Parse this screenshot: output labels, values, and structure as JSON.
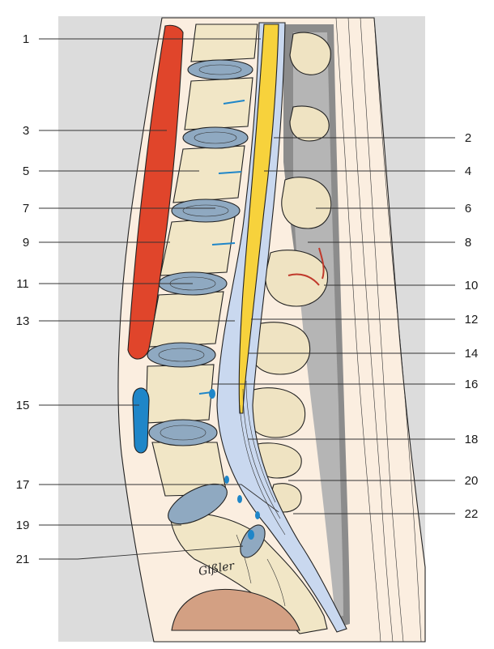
{
  "labels": {
    "left": [
      "1",
      "3",
      "5",
      "7",
      "9",
      "11",
      "13",
      "15",
      "17",
      "19",
      "21"
    ],
    "right": [
      "2",
      "4",
      "6",
      "8",
      "10",
      "12",
      "14",
      "16",
      "18",
      "20",
      "22"
    ]
  },
  "signature": "Gißler",
  "colors": {
    "panel": "#dcdcdc",
    "soft_tissue": "#fbeee0",
    "vertebra": "#f1e6c6",
    "disc": "#8fa9c1",
    "aorta": "#e0452b",
    "vein": "#1f86c8",
    "csf": "#c9d8ef",
    "spinal_cord": "#f7d23c",
    "ligament_dark": "#8c8c8c",
    "ligament_mid": "#b5b5b5",
    "spinous": "#efe3c2",
    "bowel": "#d3a083"
  }
}
